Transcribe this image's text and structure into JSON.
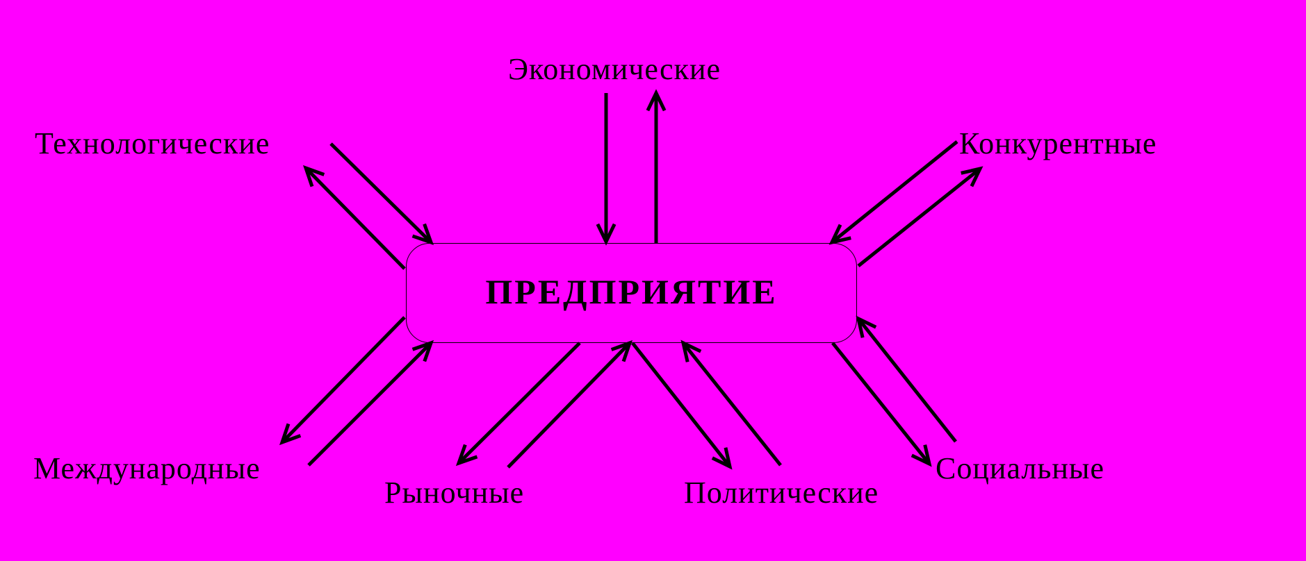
{
  "center": {
    "label": "ПРЕДПРИЯТИЕ"
  },
  "factors": {
    "economic": "Экономические",
    "technological": "Технологические",
    "competitive": "Конкурентные",
    "international": "Международные",
    "market": "Рыночные",
    "political": "Политические",
    "social": "Социальные"
  },
  "colors": {
    "background": "#FF00FF",
    "ink": "#000000"
  }
}
